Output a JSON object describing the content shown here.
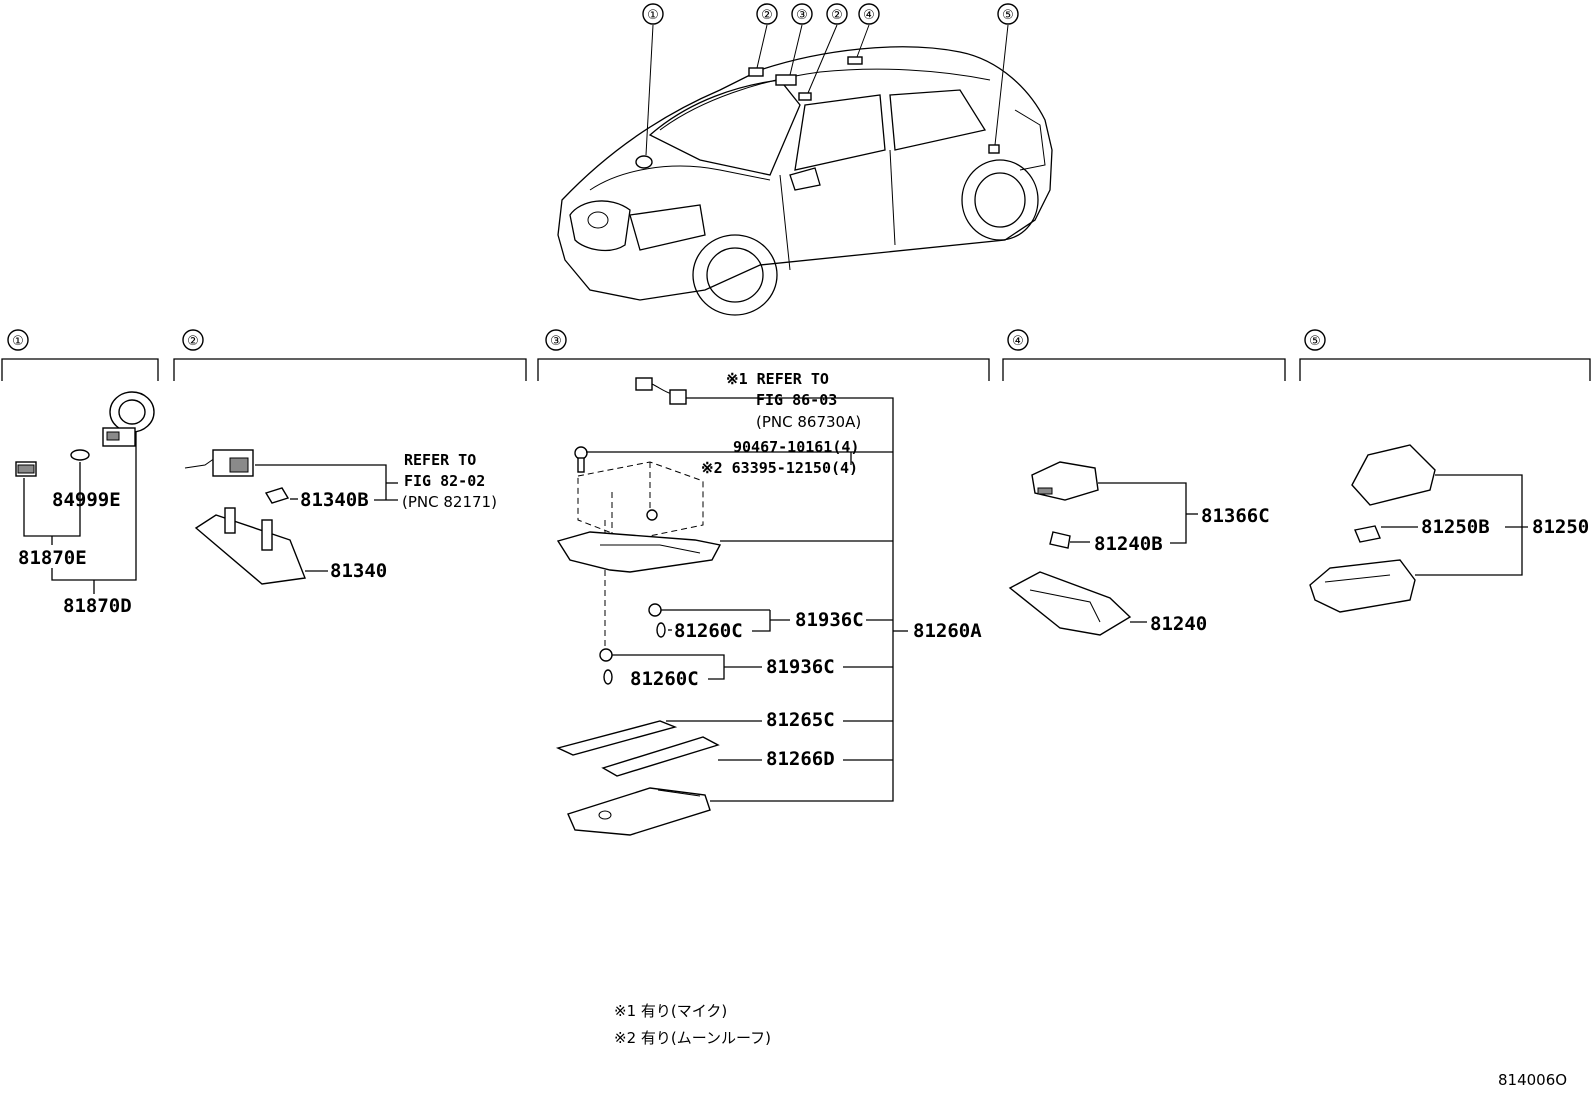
{
  "figure_code": "814006O",
  "callouts": [
    "①",
    "②",
    "③",
    "④",
    "⑤"
  ],
  "vehicle_callouts": [
    "①",
    "②",
    "③",
    "②",
    "④",
    "⑤"
  ],
  "sections": {
    "s1": {
      "marker": "①",
      "parts": [
        "84999E",
        "81870E",
        "81870D"
      ]
    },
    "s2": {
      "marker": "②",
      "parts": [
        "81340B",
        "81340"
      ],
      "refer": [
        "REFER TO",
        "FIG 82-02",
        "(PNC 82171)"
      ]
    },
    "s3": {
      "marker": "③",
      "refer": [
        "※1 REFER TO",
        "FIG 86-03",
        "(PNC 86730A)"
      ],
      "screw_1": "90467-10161(4)",
      "screw_2": "※2 63395-12150(4)",
      "parts": [
        "81936C",
        "81260C",
        "81936C",
        "81260C",
        "81260A",
        "81265C",
        "81266D"
      ]
    },
    "s4": {
      "marker": "④",
      "parts": [
        "81366C",
        "81240B",
        "81240"
      ]
    },
    "s5": {
      "marker": "⑤",
      "parts": [
        "81250B",
        "81250"
      ]
    }
  },
  "notes": [
    "※1 有り(マイク)",
    "※2 有り(ムーンルーフ)"
  ]
}
